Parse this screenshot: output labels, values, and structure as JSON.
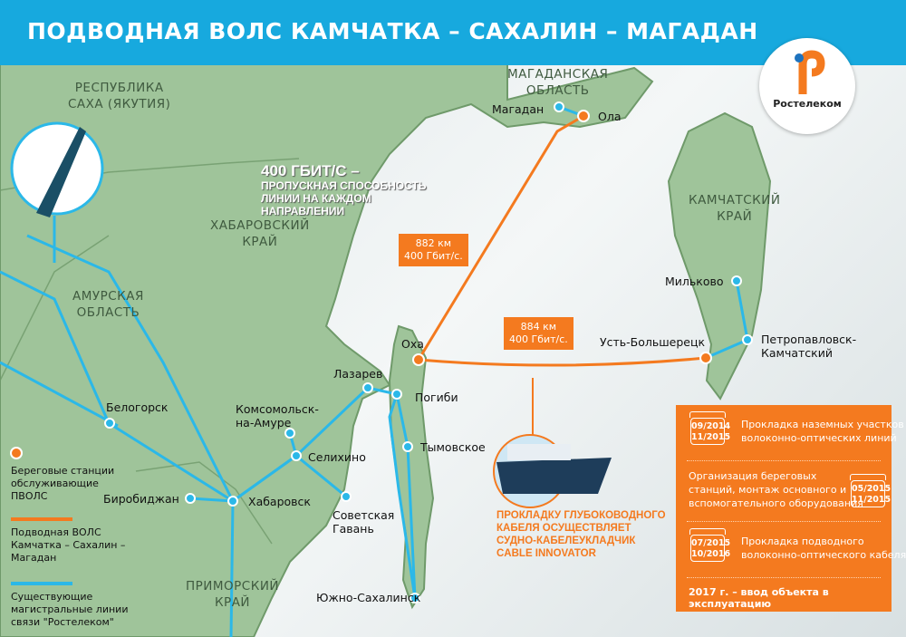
{
  "title": "ПОДВОДНАЯ ВОЛС КАМЧАТКА – САХАЛИН – МАГАДАН",
  "logo": {
    "text": "Ростелеком",
    "color": "#f47a1f"
  },
  "colors": {
    "header": "#17a9de",
    "submarine_line": "#f47a1f",
    "existing_line": "#2bb8e8",
    "land": "#9fc49a"
  },
  "capacity_callout": {
    "headline": "400 ГБИТ/С –",
    "lines": [
      "ПРОПУСКНАЯ СПОСОБНОСТЬ",
      "ЛИНИИ НА КАЖДОМ",
      "НАПРАВЛЕНИИ"
    ],
    "icon": "fiber-cable-icon"
  },
  "regions": {
    "yakutia": [
      "РЕСПУБЛИКА",
      "САХА (ЯКУТИЯ)"
    ],
    "magadan": [
      "МАГАДАНСКАЯ",
      "ОБЛАСТЬ"
    ],
    "khabarovsk": [
      "ХАБАРОВСКИЙ",
      "КРАЙ"
    ],
    "amur": [
      "АМУРСКАЯ",
      "ОБЛАСТЬ"
    ],
    "kamchatka": [
      "КАМЧАТСКИЙ",
      "КРАЙ"
    ],
    "primorsky": [
      "ПРИМОРСКИЙ",
      "КРАЙ"
    ]
  },
  "cities": {
    "magadan": "Магадан",
    "ola": "Ола",
    "okha": "Оха",
    "ust_bolsheretsk": "Усть-Большерецк",
    "petropavlovsk": [
      "Петропавловск-",
      "Камчатский"
    ],
    "milkovo": "Мильково",
    "lazarev": "Лазарев",
    "pogibi": "Погиби",
    "tymovskoe": "Тымовское",
    "komsomolsk": [
      "Комсомольск-",
      "на-Амуре"
    ],
    "selikhino": "Селихино",
    "sovgavan": [
      "Советская",
      "Гавань"
    ],
    "khabarovsk": "Хабаровск",
    "birobidzhan": "Биробиджан",
    "belogorsk": "Белогорск",
    "yuzhno": "Южно-Сахалинск"
  },
  "segments": [
    {
      "length": "882 км",
      "capacity": "400 Гбит/с."
    },
    {
      "length": "884 км",
      "capacity": "400 Гбит/с."
    }
  ],
  "ship": {
    "caption": [
      "ПРОКЛАДКУ ГЛУБОКОВОДНОГО",
      "КАБЕЛЯ ОСУЩЕСТВЛЯЕТ",
      "СУДНО-КАБЕЛЕУКЛАДЧИК",
      "CABLE INNOVATOR"
    ]
  },
  "legend": {
    "stations": [
      "Береговые станции",
      "обслуживающие",
      "ПВОЛС"
    ],
    "submarine": [
      "Подводная ВОЛС",
      "Камчатка – Сахалин –",
      "Магадан"
    ],
    "existing": [
      "Существующие",
      "магистральные линии",
      "связи \"Ростелеком\""
    ]
  },
  "schedule": {
    "items": [
      {
        "dates": [
          "09/2014",
          "11/2015"
        ],
        "text": [
          "Прокладка наземных участков",
          "волоконно-оптических линий"
        ]
      },
      {
        "dates": [
          "05/2015",
          "11/2015"
        ],
        "text": [
          "Организация береговых",
          "станций, монтаж основного и",
          "вспомогательного оборудования"
        ]
      },
      {
        "dates": [
          "07/2015",
          "10/2016"
        ],
        "text": [
          "Прокладка подводного",
          "волоконно-оптического кабеля"
        ]
      }
    ],
    "final": "2017 г. –  ввод объекта в эксплуатацию"
  }
}
